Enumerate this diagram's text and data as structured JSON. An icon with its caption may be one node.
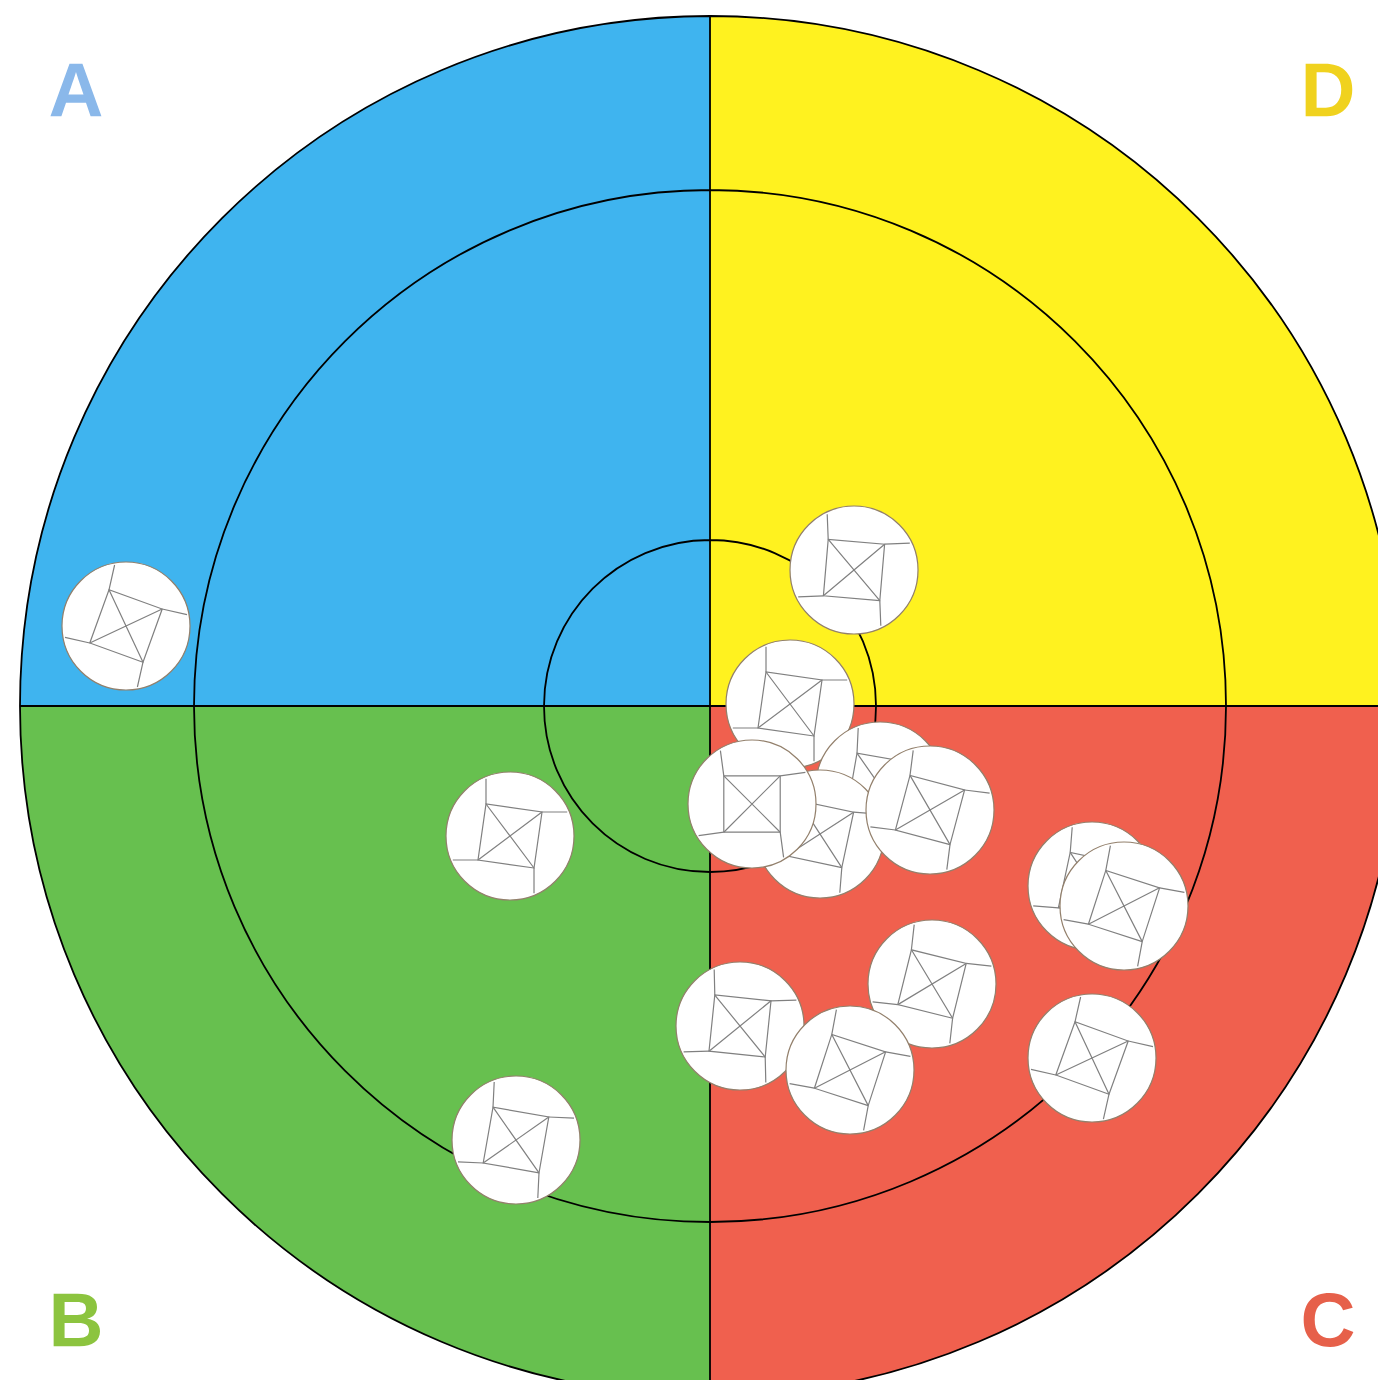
{
  "diagram": {
    "nodes": [
      {
        "text": [
          "A"
        ]
      },
      {
        "text": [
          "D"
        ]
      },
      {
        "text": [
          "B"
        ]
      },
      {
        "text": [
          "C"
        ]
      }
    ]
  }
}
